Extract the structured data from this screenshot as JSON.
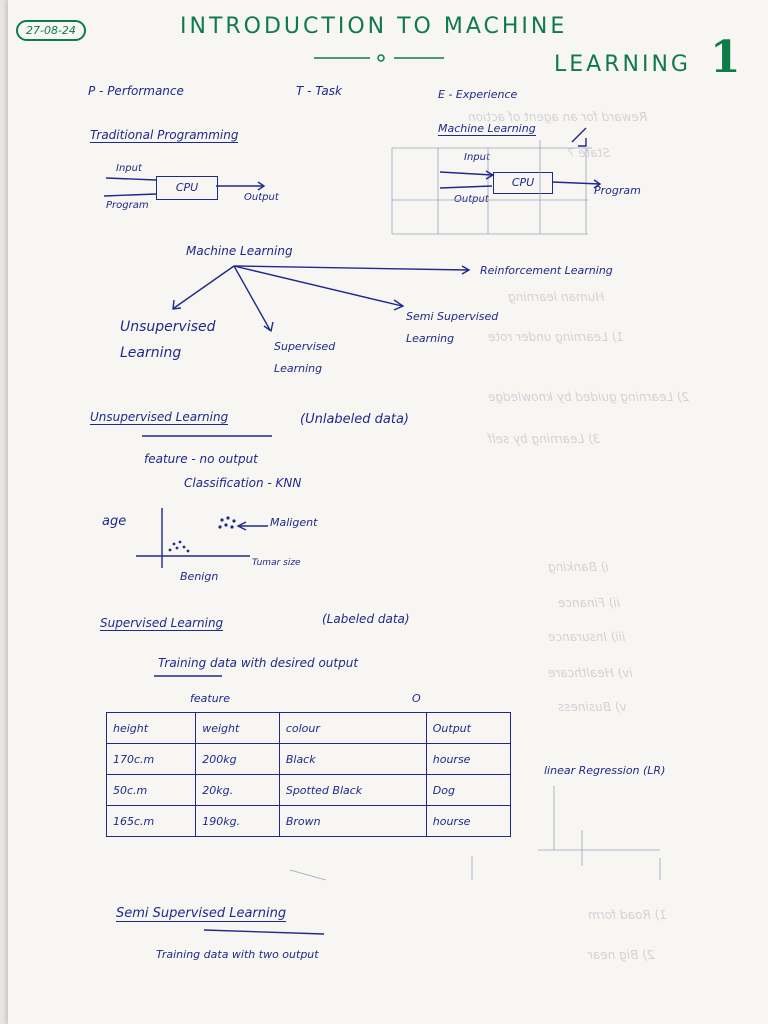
{
  "date": "27-08-24",
  "title_line1": "INTRODUCTION TO MACHINE",
  "title_line2": "LEARNING",
  "page_number": "1",
  "pte": {
    "p": "P - Performance",
    "t": "T - Task",
    "e": "E - Experience"
  },
  "traditional": {
    "heading": "Traditional Programming",
    "input": "Input",
    "program": "Program",
    "cpu": "CPU",
    "output": "Output"
  },
  "ml_box": {
    "heading": "Machine Learning",
    "input": "Input",
    "output": "Output",
    "cpu": "CPU",
    "program": "Program"
  },
  "tree": {
    "root": "Machine Learning",
    "reinforcement": "Reinforcement Learning",
    "semi": "Semi Supervised Learning",
    "unsupervised": "Unsupervised Learning",
    "supervised": "Supervised Learning"
  },
  "unsup": {
    "heading": "Unsupervised Learning",
    "note": "(Unlabeled data)",
    "line1": "feature - no output",
    "line2": "Classification - KNN",
    "age": "age",
    "maligent": "Maligent",
    "tumar": "Tumar size",
    "benign": "Benign"
  },
  "sup": {
    "heading": "Supervised Learning",
    "note": "(Labeled data)",
    "line1": "Training data with desired output",
    "feature": "feature",
    "o": "O"
  },
  "table": {
    "headers": [
      "height",
      "weight",
      "colour",
      "Output"
    ],
    "rows": [
      [
        "170c.m",
        "200kg",
        "Black",
        "hourse"
      ],
      [
        "50c.m",
        "20kg.",
        "Spotted Black",
        "Dog"
      ],
      [
        "165c.m",
        "190kg.",
        "Brown",
        "hourse"
      ]
    ]
  },
  "lr": "linear Regression (LR)",
  "semi": {
    "heading": "Semi Supervised Learning",
    "line1": "Training data with two output"
  }
}
